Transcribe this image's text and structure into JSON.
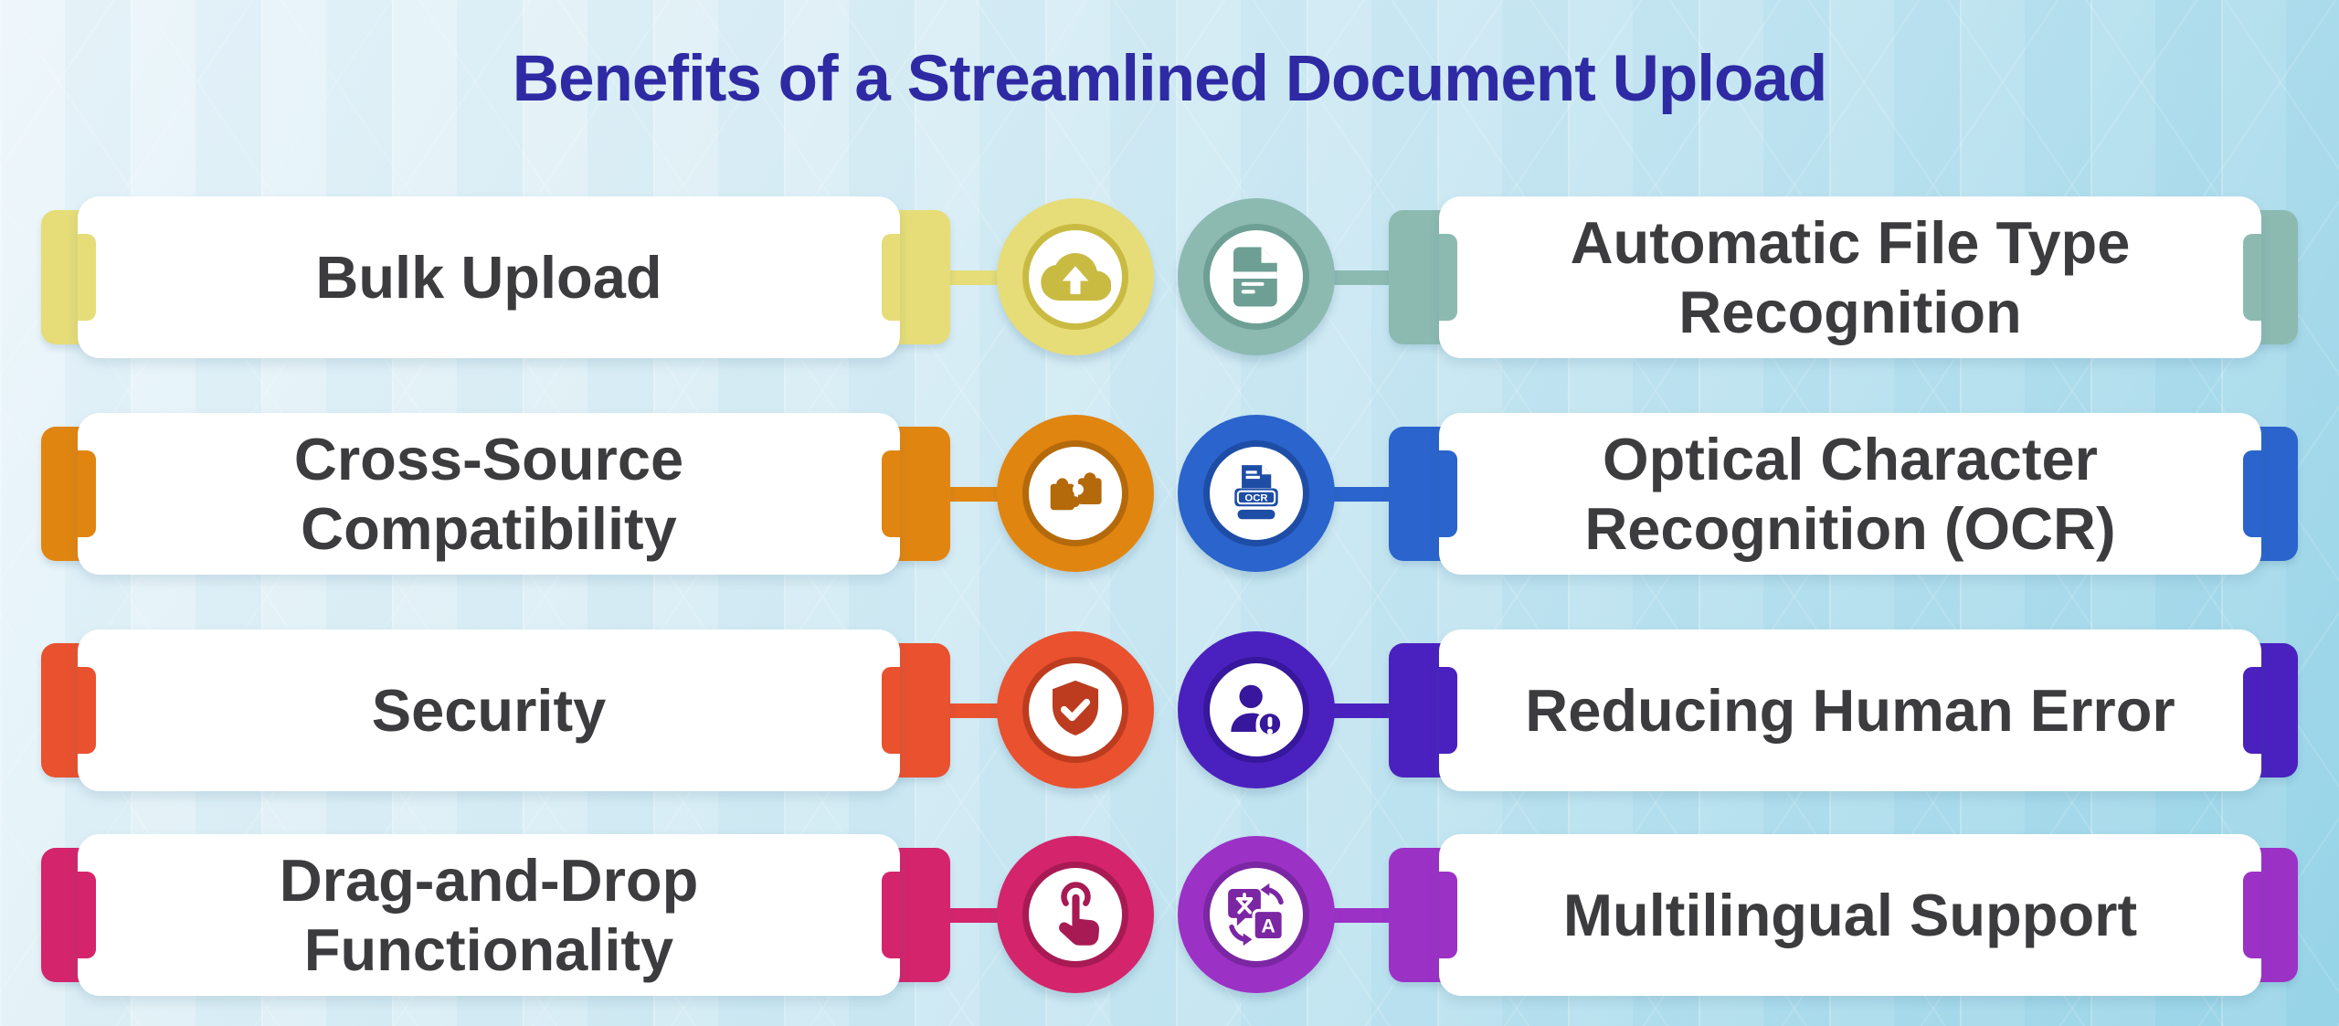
{
  "title": "Benefits of a Streamlined Document Upload",
  "colors": {
    "title": "#2E2AA4",
    "label_text": "#3C3C3E",
    "background_top": "#EDF6FB",
    "background_bottom": "#99D5E8"
  },
  "rows": [
    {
      "left": {
        "label": "Bulk Upload",
        "icon": "cloud-upload-icon",
        "color": "#E6DD78",
        "dark": "#C9BB42"
      },
      "right": {
        "label": "Automatic File Type\nRecognition",
        "icon": "file-type-icon",
        "color": "#8CBAB1",
        "dark": "#6E9F94"
      }
    },
    {
      "left": {
        "label": "Cross-Source\nCompatibility",
        "icon": "puzzle-icon",
        "color": "#E18511",
        "dark": "#B4690B"
      },
      "right": {
        "label": "Optical Character\nRecognition (OCR)",
        "icon": "ocr-file-icon",
        "color": "#2A64CC",
        "dark": "#1E4DA6",
        "badge": "OCR"
      }
    },
    {
      "left": {
        "label": "Security",
        "icon": "shield-check-icon",
        "color": "#E9512F",
        "dark": "#BD3C1F"
      },
      "right": {
        "label": "Reducing Human Error",
        "icon": "user-error-icon",
        "color": "#4A21BE",
        "dark": "#37179B"
      }
    },
    {
      "left": {
        "label": "Drag-and-Drop\nFunctionality",
        "icon": "tap-icon",
        "color": "#D4246C",
        "dark": "#A81A53"
      },
      "right": {
        "label": "Multilingual Support",
        "icon": "translate-icon",
        "color": "#9C31C6",
        "dark": "#7B26A3"
      }
    }
  ]
}
